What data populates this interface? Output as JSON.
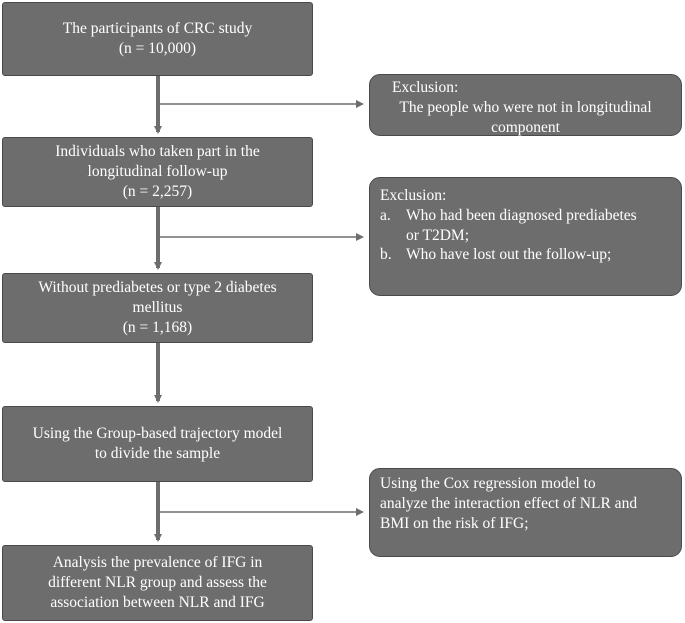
{
  "main_boxes": [
    {
      "lines": [
        "The participants of CRC study",
        "(n = 10,000)"
      ]
    },
    {
      "lines": [
        "Individuals who taken part in the",
        "longitudinal follow-up",
        "(n = 2,257)"
      ]
    },
    {
      "lines": [
        "Without prediabetes or type 2 diabetes",
        "mellitus",
        "(n = 1,168)"
      ]
    },
    {
      "lines": [
        "Using the Group-based trajectory model",
        "to divide the sample"
      ]
    },
    {
      "lines": [
        "Analysis the prevalence of IFG in",
        "different NLR group and assess the",
        "association between NLR and IFG"
      ]
    }
  ],
  "side_boxes": [
    {
      "title": "Exclusion:",
      "lines": [
        "The people who were not in longitudinal",
        "component"
      ]
    },
    {
      "title": "Exclusion:",
      "items": [
        {
          "marker": "a.",
          "lines": [
            "Who had been diagnosed prediabetes",
            "or T2DM;"
          ]
        },
        {
          "marker": "b.",
          "lines": [
            "Who have lost out the follow-up;"
          ]
        }
      ]
    },
    {
      "lines": [
        "Using the Cox regression model to",
        "analyze the interaction effect of NLR and",
        "BMI on the risk of IFG;"
      ]
    }
  ]
}
